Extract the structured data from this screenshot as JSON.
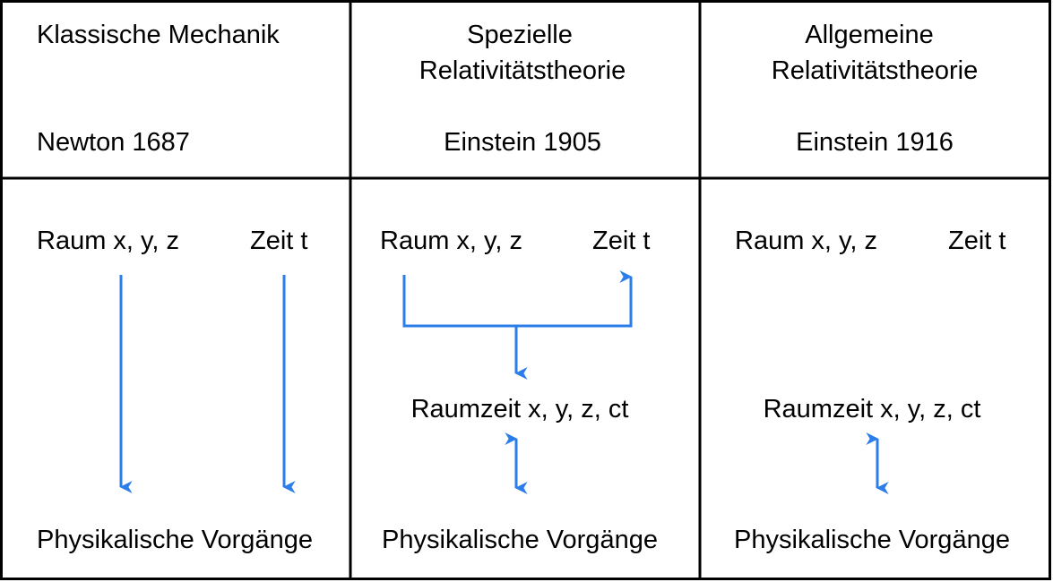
{
  "accent_color": "#2b7de9",
  "columns": [
    {
      "title": [
        "Klassische Mechanik"
      ],
      "author": "Newton 1687",
      "space": "Raum x, y, z",
      "time": "Zeit t",
      "spacetime": "",
      "processes": "Physikalische Vorgänge"
    },
    {
      "title": [
        "Spezielle",
        "Relativitätstheorie"
      ],
      "author": "Einstein 1905",
      "space": "Raum x, y, z",
      "time": "Zeit t",
      "spacetime": "Raumzeit x, y, z, ct",
      "processes": "Physikalische Vorgänge"
    },
    {
      "title": [
        "Allgemeine",
        "Relativitätstheorie"
      ],
      "author": "Einstein 1916",
      "space": "Raum x, y, z",
      "time": "Zeit t",
      "spacetime": "Raumzeit x, y, z, ct",
      "processes": "Physikalische Vorgänge"
    }
  ]
}
